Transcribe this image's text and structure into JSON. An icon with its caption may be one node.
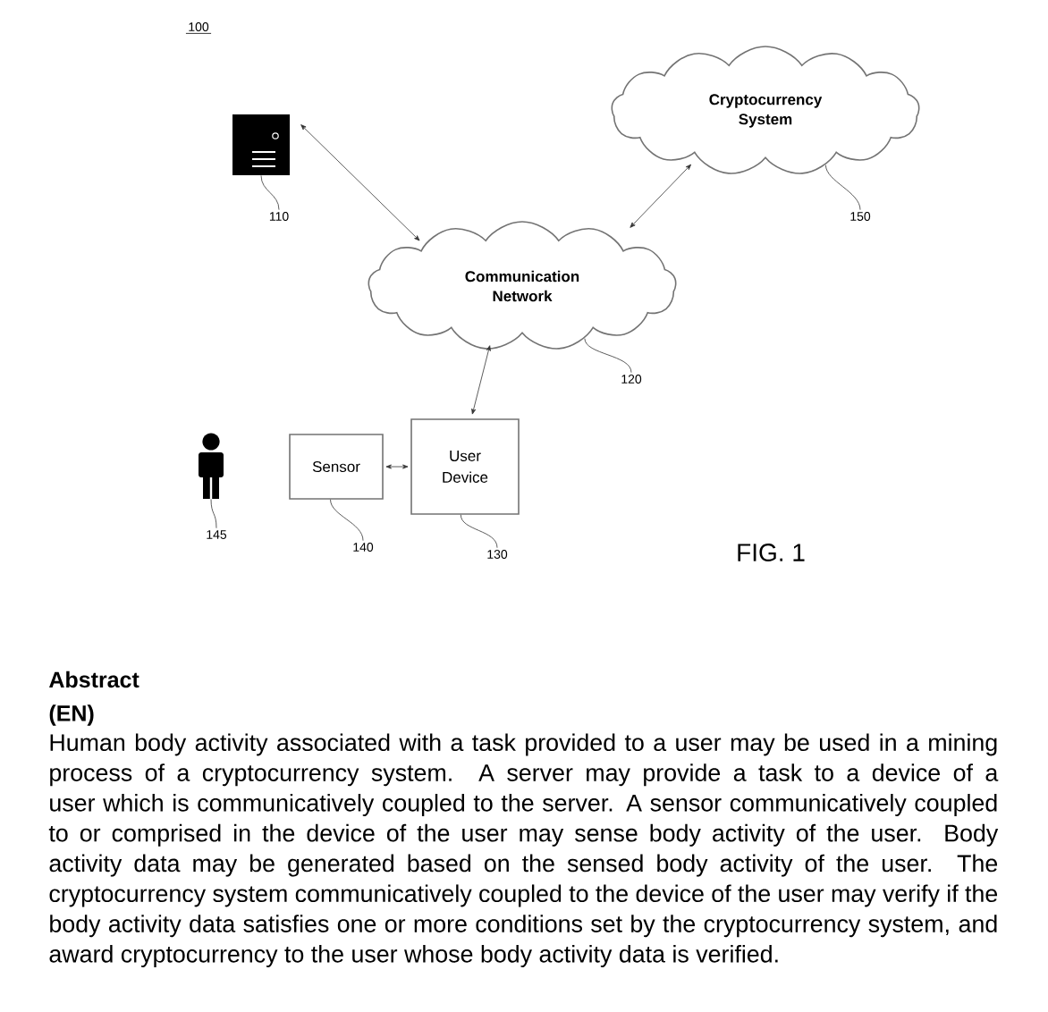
{
  "diagram": {
    "nodes": [
      {
        "text": [],
        "shape": "picture"
      },
      {
        "text": [
          "Communication Network"
        ]
      },
      {
        "text": [
          "Cryptocurrency System"
        ]
      },
      {
        "text": [],
        "shape": "person"
      },
      {
        "text": [
          "Sensor"
        ]
      },
      {
        "text": [
          "User Device"
        ]
      },
      {
        "text": [
          "110"
        ]
      },
      {
        "text": [
          "120"
        ]
      },
      {
        "text": [
          "150"
        ]
      },
      {
        "text": [
          "145"
        ]
      },
      {
        "text": [
          "140"
        ]
      },
      {
        "text": [
          "130"
        ]
      }
    ],
    "edges": [
      {
        "from": 0,
        "to": 1,
        "arrow": "both"
      },
      {
        "from": 1,
        "to": 2,
        "arrow": "both"
      },
      {
        "from": 1,
        "to": 5,
        "arrow": "both"
      },
      {
        "from": 4,
        "to": 5,
        "arrow": "both"
      },
      {
        "from": 6,
        "to": 0,
        "arrow": "none"
      },
      {
        "from": 7,
        "to": 1,
        "arrow": "none"
      },
      {
        "from": 8,
        "to": 2,
        "arrow": "none"
      },
      {
        "from": 9,
        "to": 3,
        "arrow": "none"
      },
      {
        "from": 10,
        "to": 4,
        "arrow": "none"
      },
      {
        "from": 11,
        "to": 5,
        "arrow": "none"
      }
    ],
    "labels": [
      "100",
      "FIG. 1",
      "Abstract",
      "(EN)",
      "Human body activity associated with a task provided to a user may be used in a mining process of a cryptocurrency system. A server may provide a task to a device of a user which is communicatively coupled to the server. A sensor communicatively coupled to or comprised in the device of the user may sense body activity of the user. Body activity data may be generated based on the sensed body activity of the user. The cryptocurrency system communicatively coupled to the device of the user may verify if the body activity data satisfies one or more conditions set by the cryptocurrency system, and award cryptocurrency to the user whose body activity data is verified."
    ]
  }
}
